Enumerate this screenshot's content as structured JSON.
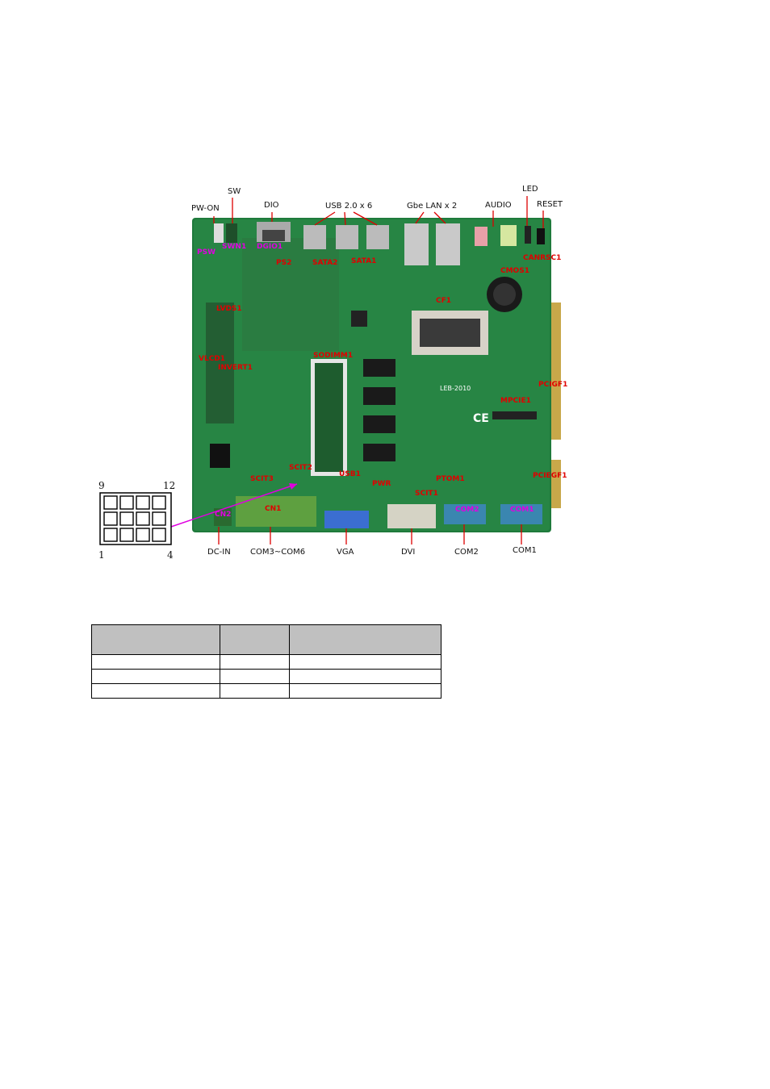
{
  "figure": {
    "top_labels": {
      "pw_on": "PW-ON",
      "sw": "SW",
      "dio": "DIO",
      "usb": "USB 2.0 x 6",
      "lan": "Gbe LAN x 2",
      "audio": "AUDIO",
      "led": "LED",
      "reset": "RESET"
    },
    "bottom_labels": {
      "dc_in": "DC-IN",
      "com3_6": "COM3~COM6",
      "vga": "VGA",
      "dvi": "DVI",
      "com2": "COM2",
      "com1": "COM1"
    },
    "board_labels": {
      "psw": "PSW",
      "swn": "SWN1",
      "dgio": "DGIO1",
      "sata2": "SATA2",
      "sata1": "SATA1",
      "ps2": "PS2",
      "lvds": "LVDS1",
      "vlcd": "VLCD1",
      "inv": "INVERT1",
      "sodimm": "SODIMM1",
      "cf": "CF1",
      "canrsc": "CANRSC1",
      "cmos": "CMOS1",
      "pcigf": "PCIGF1",
      "mpcie": "MPCIE1",
      "pcie2": "PCIEGF1",
      "usb1": "USB1",
      "scit2": "SCIT2",
      "scit3": "SCIT3",
      "pwr": "PWR",
      "scit1": "SCIT1",
      "ptom": "PTOM1",
      "com2b": "COM2",
      "com1b": "COM1",
      "cn1": "CN1",
      "cn2": "CN2",
      "lbl_board": "LEB-2010",
      "ce": "CE"
    },
    "pin_numbers": {
      "p9": "9",
      "p12": "12",
      "p1": "1",
      "p4": "4"
    }
  },
  "table": {
    "rows": [
      [
        "",
        "",
        ""
      ],
      [
        "",
        "",
        ""
      ],
      [
        "",
        "",
        ""
      ]
    ]
  }
}
